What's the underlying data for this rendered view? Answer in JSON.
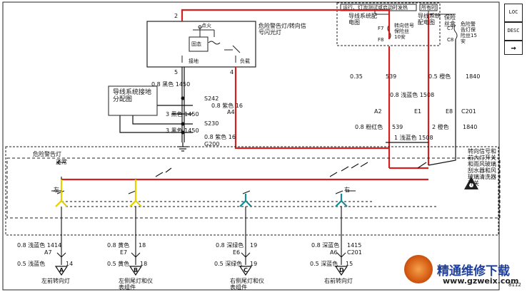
{
  "fuse_box": {
    "header_left": "运行、灯泡测试或启动时发热",
    "header_right": "所有时间发热",
    "title": "保险丝盒",
    "left_block": "导线系统配电图",
    "right_block": "导线系统配电图",
    "fuse_left_ids": [
      "F7",
      "F8"
    ],
    "fuse_left_name": "转向信号保险丝10安",
    "fuse_right_ids": [
      "C7",
      "C8"
    ],
    "fuse_right_name": "危险警告灯保险丝15安"
  },
  "flasher": {
    "title": "危险警告灯/转向信号闪光灯",
    "pin_top": "2",
    "circuit_label": "固态",
    "pin_ground_label": "接地",
    "pin_load_label": "负载",
    "pin5": "5",
    "pin4": "4",
    "pin_top_label": "点火"
  },
  "ground_dist": "导线系统接地分配图",
  "wires": {
    "w1": "0.8 黑色 1450",
    "s242": "S242",
    "w2": "0.8 紫色 16",
    "a4": "A4",
    "w3": "3 黑色 1450",
    "s230": "S230",
    "w4": "3 黑色 1450",
    "w5": "0.8 紫色 16",
    "g200": "G200",
    "r1a": "0.35",
    "r1b": "539",
    "r2a": "0.5 橙色",
    "r2b": "1840",
    "r3": "0.8 浅蓝色  1508",
    "a2": "A2",
    "e1": "E1",
    "e8": "E8",
    "c201": "C201",
    "r4a": "0.8 粉红色",
    "r4b": "539",
    "r5a": "2  橙色",
    "r5b": "1840",
    "r6": "1   浅蓝色   1508"
  },
  "switch": {
    "title": "危险警告灯",
    "normal": "正常",
    "left": "左",
    "right": "右",
    "desc": "转向信号和前大灯开关和雨风玻璃刮水器和风玻璃清洗器开关"
  },
  "bottom": {
    "c1_wire": "0.8 浅蓝色  1414",
    "c1_conn": "A7",
    "c1_wire2": "0.5  浅蓝色",
    "c1_pin": "14",
    "c1_letter": "A",
    "c1_label": "左前转向灯",
    "c2_wire": "0.8 黄色",
    "c2_circ": "18",
    "c2_conn": "E7",
    "c2_wire2": "0.5  黄色",
    "c2_pin": "18",
    "c2_letter": "B",
    "c2_label": "左侧尾灯和仪表组件",
    "c3_wire": "0.8 深绿色",
    "c3_circ": "19",
    "c3_conn": "E6",
    "c3_wire2": "0.5 深绿色",
    "c3_pin": "19",
    "c3_letter": "C",
    "c3_label": "右侧尾灯和仪表组件",
    "c4_wire": "0.8 深蓝色",
    "c4_circ": "1415",
    "c4_conn": "A6",
    "c4_conn2": "C201",
    "c4_wire2": "0.5 深蓝色",
    "c4_pin": "15",
    "c4_letter": "D",
    "c4_label": "右前转向灯"
  },
  "nav": {
    "loc": "LOC",
    "desc": "DESC",
    "next": "→"
  },
  "footer": {
    "brand": "精通维修下载",
    "url": "www.gzweix.com",
    "code": "8112"
  },
  "colors": {
    "red": "#d42020",
    "yellow": "#e6d000",
    "teal": "#178b93",
    "black": "#111111"
  }
}
